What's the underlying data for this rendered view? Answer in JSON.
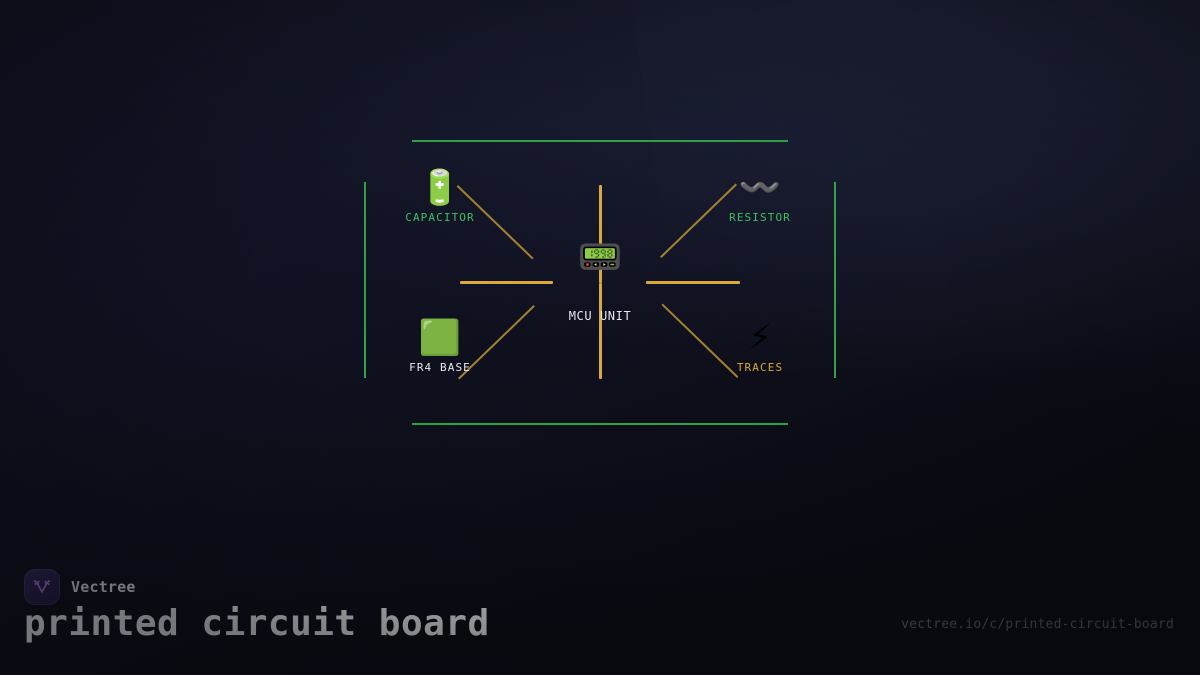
{
  "page": {
    "title": "printed circuit board",
    "url": "vectree.io/c/printed-circuit-board",
    "background_color": "#0d0d14"
  },
  "brand": {
    "name": "Vectree",
    "logo_icon": "vectree-v-logo-icon",
    "logo_color": "#c07af0"
  },
  "diagram": {
    "frame_color": "#2fa14a",
    "trace_color": "#d9a93a",
    "hub": {
      "label": "MCU UNIT",
      "icon": "pager-icon",
      "glyph": "📟",
      "display_value": "1998",
      "label_color": "#e8e8ee"
    },
    "nodes": [
      {
        "id": "capacitor",
        "label": "CAPACITOR",
        "icon": "battery-icon",
        "glyph": "🔋",
        "label_color": "#3fbf60",
        "position": "top-left"
      },
      {
        "id": "resistor",
        "label": "RESISTOR",
        "icon": "wavy-dash-icon",
        "glyph": "〰️",
        "label_color": "#3fbf60",
        "position": "top-right"
      },
      {
        "id": "fr4-base",
        "label": "FR4 BASE",
        "icon": "green-square-icon",
        "glyph": "🟩",
        "label_color": "#e8e8ee",
        "position": "bottom-left"
      },
      {
        "id": "traces",
        "label": "TRACES",
        "icon": "high-voltage-icon",
        "glyph": "⚡",
        "label_color": "#d9a93a",
        "position": "bottom-right"
      }
    ]
  }
}
